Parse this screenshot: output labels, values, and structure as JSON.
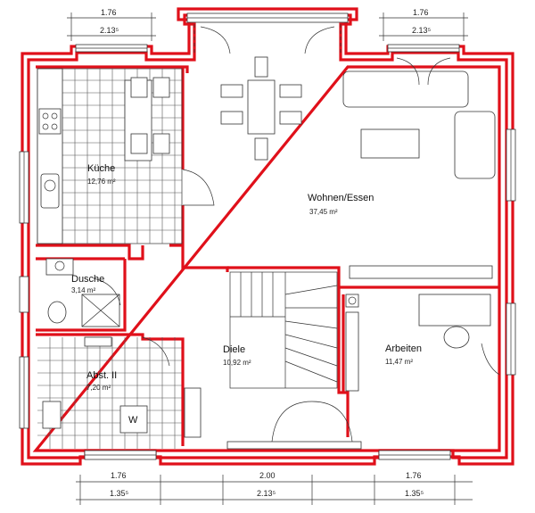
{
  "dimensions": {
    "top_left_a": "1.76",
    "top_left_b": "2.13⁵",
    "top_right_a": "1.76",
    "top_right_b": "2.13⁵",
    "bottom_left_a": "1.76",
    "bottom_left_b": "1.35⁵",
    "bottom_mid_a": "2.00",
    "bottom_mid_b": "2.13⁵",
    "bottom_right_a": "1.76",
    "bottom_right_b": "1.35⁵"
  },
  "rooms": {
    "kueche": {
      "name": "Küche",
      "area": "12,76 m²"
    },
    "wohnen": {
      "name": "Wohnen/Essen",
      "area": "37,45 m²"
    },
    "dusche": {
      "name": "Dusche",
      "area": "3,14 m²"
    },
    "diele": {
      "name": "Diele",
      "area": "10,92 m²"
    },
    "arbeiten": {
      "name": "Arbeiten",
      "area": "11,47 m²"
    },
    "abst": {
      "name": "Abst. II",
      "area": "7,20 m²"
    }
  },
  "labels": {
    "washer": "W"
  },
  "colors": {
    "wall_red": "#e0101a",
    "wall_black": "#111111"
  }
}
